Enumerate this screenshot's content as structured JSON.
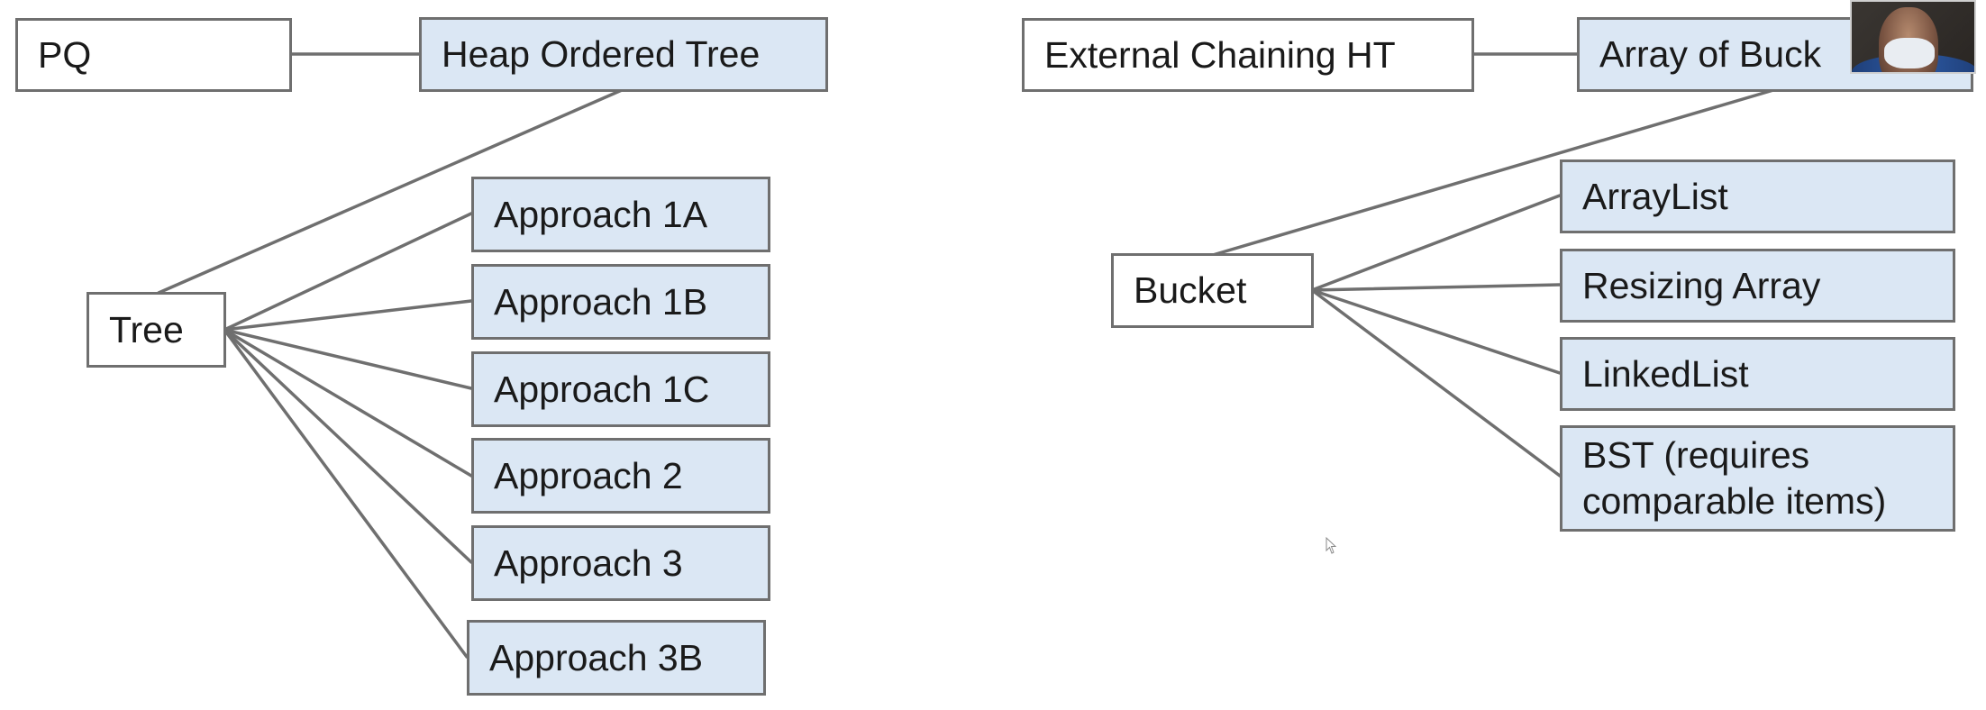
{
  "left_diagram": {
    "pq": "PQ",
    "heap_ordered_tree": "Heap Ordered Tree",
    "tree": "Tree",
    "approaches": [
      "Approach 1A",
      "Approach 1B",
      "Approach 1C",
      "Approach 2",
      "Approach 3",
      "Approach 3B"
    ]
  },
  "right_diagram": {
    "external_chaining_ht": "External Chaining HT",
    "array_of_buckets": "Array of Buck",
    "bucket": "Bucket",
    "implementations": [
      "ArrayList",
      "Resizing Array",
      "LinkedList"
    ],
    "bst_line1": "BST (requires",
    "bst_line2": "comparable items)"
  },
  "colors": {
    "node_fill_highlight": "#dbe7f4",
    "node_fill_plain": "#ffffff",
    "border": "#6f6f6f"
  },
  "icons": [
    "webcam-video",
    "mouse-cursor-icon"
  ]
}
